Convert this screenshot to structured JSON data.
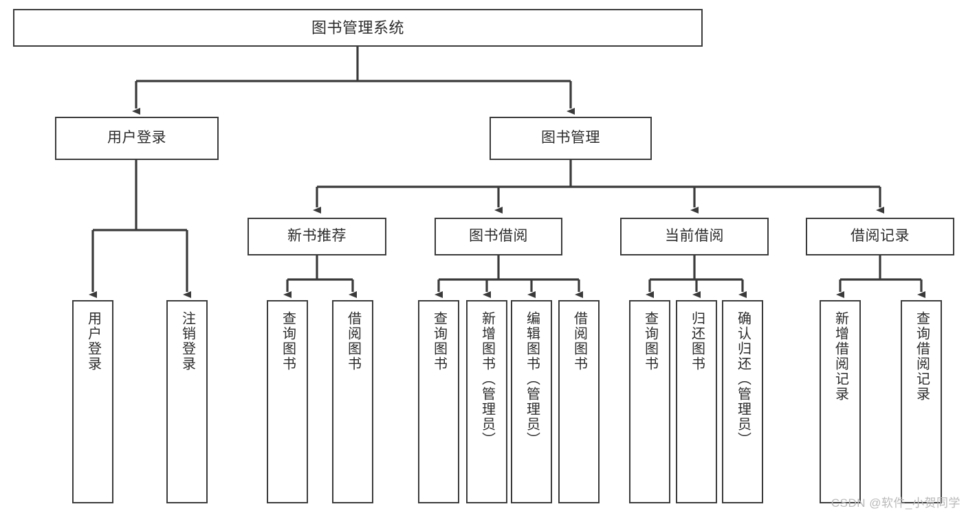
{
  "diagram": {
    "title": "图书管理系统",
    "type": "tree",
    "orientation": "top-down",
    "colors": {
      "box_border": "#3a3a3a",
      "box_fill": "#ffffff",
      "edge": "#3a3a3a",
      "text": "#2b2b2b",
      "background": "#ffffff",
      "watermark": "#b9b9b9"
    },
    "root": {
      "id": "root",
      "label": "图书管理系统"
    },
    "level1": [
      {
        "id": "user-login",
        "label": "用户登录"
      },
      {
        "id": "book-manage",
        "label": "图书管理"
      }
    ],
    "level2": [
      {
        "id": "new-book-recommend",
        "label": "新书推荐",
        "parent": "book-manage"
      },
      {
        "id": "book-borrow",
        "label": "图书借阅",
        "parent": "book-manage"
      },
      {
        "id": "current-borrow",
        "label": "当前借阅",
        "parent": "book-manage"
      },
      {
        "id": "borrow-record",
        "label": "借阅记录",
        "parent": "book-manage"
      }
    ],
    "leaves": [
      {
        "id": "leaf-user-login",
        "label": "用户登录",
        "parent": "user-login"
      },
      {
        "id": "leaf-user-logout",
        "label": "注销登录",
        "parent": "user-login"
      },
      {
        "id": "leaf-query-book-1",
        "label": "查询图书",
        "parent": "new-book-recommend"
      },
      {
        "id": "leaf-borrow-book-1",
        "label": "借阅图书",
        "parent": "new-book-recommend"
      },
      {
        "id": "leaf-query-book-2",
        "label": "查询图书",
        "parent": "book-borrow"
      },
      {
        "id": "leaf-add-book",
        "label": "新增图书（管理员）",
        "parent": "book-borrow"
      },
      {
        "id": "leaf-edit-book",
        "label": "编辑图书（管理员）",
        "parent": "book-borrow"
      },
      {
        "id": "leaf-borrow-book-2",
        "label": "借阅图书",
        "parent": "book-borrow"
      },
      {
        "id": "leaf-query-book-3",
        "label": "查询图书",
        "parent": "current-borrow"
      },
      {
        "id": "leaf-return-book",
        "label": "归还图书",
        "parent": "current-borrow"
      },
      {
        "id": "leaf-confirm-return",
        "label": "确认归还（管理员）",
        "parent": "current-borrow"
      },
      {
        "id": "leaf-add-record",
        "label": "新增借阅记录",
        "parent": "borrow-record"
      },
      {
        "id": "leaf-query-record",
        "label": "查询借阅记录",
        "parent": "borrow-record"
      }
    ]
  },
  "watermark": {
    "text": "CSDN @软件_小贺同学"
  }
}
